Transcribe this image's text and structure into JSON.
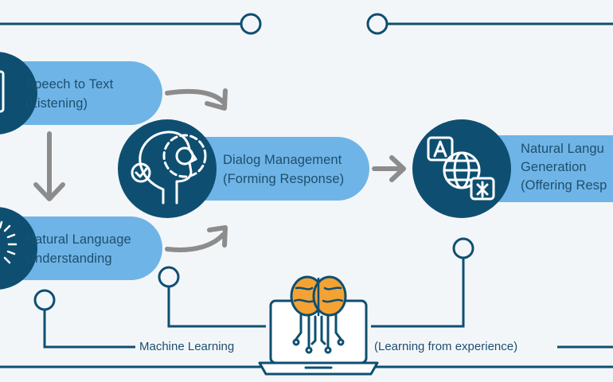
{
  "nodes": {
    "speech_to_text": {
      "line1": "Speech to Text",
      "line2": "(Listening)",
      "icon": "speech-icon"
    },
    "nlu": {
      "line1": "Natural Language",
      "line2": "Understanding",
      "icon": "nlu-icon"
    },
    "dialog": {
      "line1": "Dialog Management",
      "line2": "(Forming Response)",
      "icon": "head-gears-icon"
    },
    "nlg": {
      "line1": "Natural Langu",
      "line2": "Generation",
      "line3": "(Offering Resp",
      "icon": "translation-globe-icon"
    }
  },
  "bottom": {
    "left_label": "Machine Learning",
    "right_label": "(Learning from experience)",
    "icon": "laptop-brain-icon"
  },
  "colors": {
    "dark_blue": "#0e4f71",
    "pill_blue": "#6fb4e6",
    "arrow_gray": "#8c8c8c",
    "brain_orange": "#f4a233",
    "background": "#f3f6f9"
  }
}
